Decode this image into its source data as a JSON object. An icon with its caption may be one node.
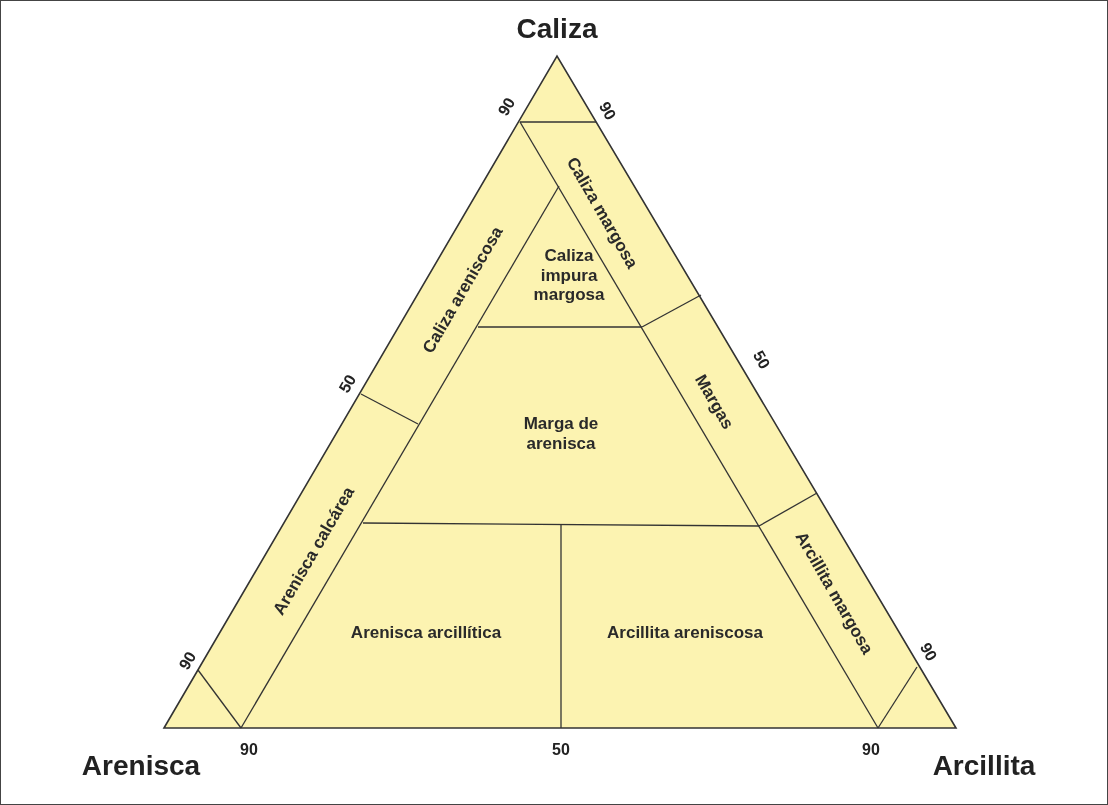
{
  "diagram": {
    "labels": [
      "Caliza",
      "90",
      "90",
      "Caliza margosa",
      "Caliza areniscosa",
      "Caliza impura margosa",
      "50",
      "50",
      "Margas",
      "Marga de arenisca",
      "Arenisca calcárea",
      "Arcillita margosa",
      "Arenisca arcillítica",
      "Arcillita areniscosa",
      "90",
      "90",
      "Arenisca",
      "90",
      "50",
      "90",
      "Arcillita"
    ]
  }
}
